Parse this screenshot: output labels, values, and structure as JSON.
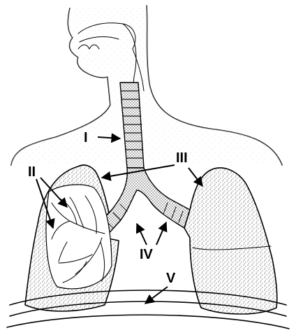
{
  "labels": {
    "trachea": "I",
    "bronchioles": "II",
    "lungs": "III",
    "bronchi": "IV",
    "diaphragm": "V"
  },
  "colors": {
    "ink": "#000000",
    "background": "#ffffff"
  }
}
